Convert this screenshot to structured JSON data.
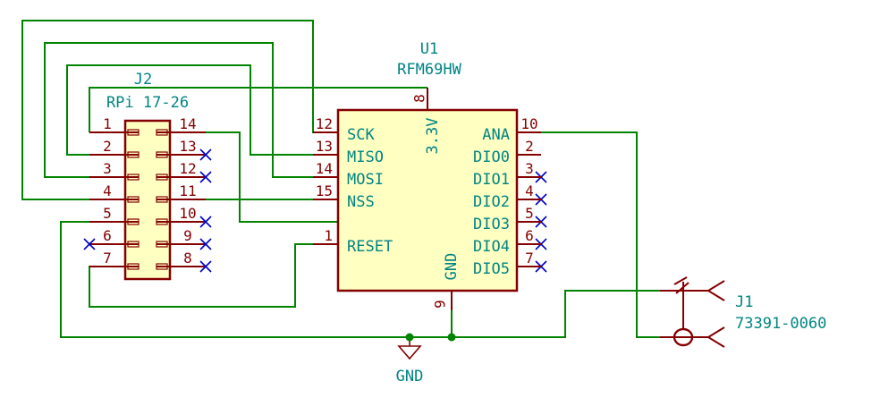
{
  "u1": {
    "ref": "U1",
    "value": "RFM69HW",
    "pins": {
      "sck": {
        "name": "SCK",
        "num": "12"
      },
      "miso": {
        "name": "MISO",
        "num": "13"
      },
      "mosi": {
        "name": "MOSI",
        "num": "14"
      },
      "nss": {
        "name": "NSS",
        "num": "15"
      },
      "reset": {
        "name": "RESET",
        "num": "1"
      },
      "v33": {
        "name": "3.3V",
        "num": "8"
      },
      "gnd": {
        "name": "GND",
        "num": "9"
      },
      "ana": {
        "name": "ANA",
        "num": "10"
      },
      "dio0": {
        "name": "DIO0",
        "num": "2"
      },
      "dio1": {
        "name": "DIO1",
        "num": "3"
      },
      "dio2": {
        "name": "DIO2",
        "num": "4"
      },
      "dio3": {
        "name": "DIO3",
        "num": "5"
      },
      "dio4": {
        "name": "DIO4",
        "num": "6"
      },
      "dio5": {
        "name": "DIO5",
        "num": "7"
      }
    }
  },
  "j2": {
    "ref": "J2",
    "value": "RPi 17-26",
    "left_pins": [
      "1",
      "2",
      "3",
      "4",
      "5",
      "6",
      "7"
    ],
    "right_pins": [
      "14",
      "13",
      "12",
      "11",
      "10",
      "9",
      "8"
    ]
  },
  "j1": {
    "ref": "J1",
    "value": "73391-0060"
  },
  "power": {
    "gnd_label": "GND"
  },
  "colors": {
    "wire": "#008400",
    "component": "#840000",
    "label": "#008484",
    "no_connect": "#0000c8",
    "body_fill": "#ffffc2"
  }
}
